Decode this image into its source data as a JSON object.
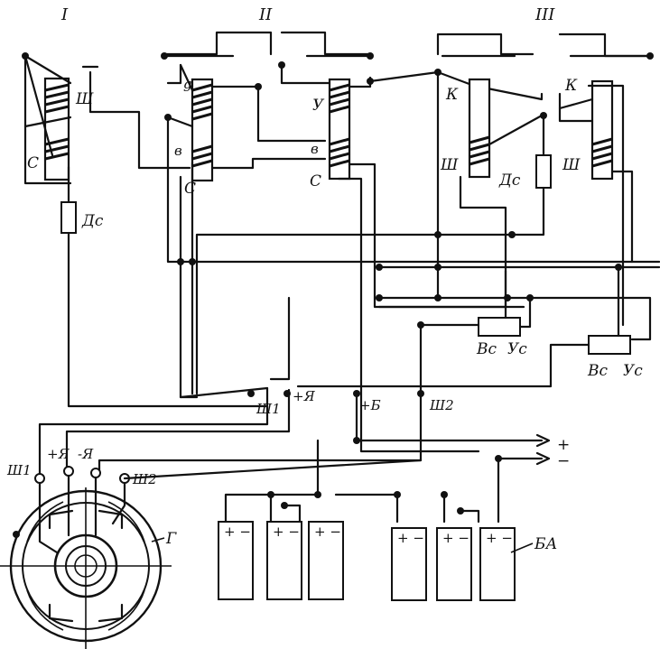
{
  "diagram": {
    "sections": [
      "I",
      "II",
      "III"
    ],
    "relay_labels": {
      "I": {
        "shunt": "Ш",
        "series": "С",
        "resistor": "Дс"
      },
      "II": {
        "top": "g",
        "u": "У",
        "b1": "в",
        "c1": "С",
        "b2": "в",
        "c2": "С"
      },
      "III": {
        "k1": "К",
        "k2": "К",
        "sh1": "Ш",
        "ds": "Дс",
        "sh2": "Ш"
      }
    },
    "regulator_labels": {
      "r1_left": "Вс",
      "r1_right": "Ус",
      "r2_left": "Вс",
      "r2_right": "Ус"
    },
    "terminals": {
      "sh1": "Ш1",
      "ya": "+Я",
      "b": "+Б",
      "sh2": "Ш2"
    },
    "generator_terminals": {
      "sh1": "Ш1",
      "plus_ya": "+Я",
      "minus_ya": "-Я",
      "sh2": "Ш2"
    },
    "generator_label": "Г",
    "output": {
      "plus": "+",
      "minus": "−"
    },
    "battery": {
      "label": "БА",
      "cell_label": "+ −",
      "cells": 6
    }
  }
}
